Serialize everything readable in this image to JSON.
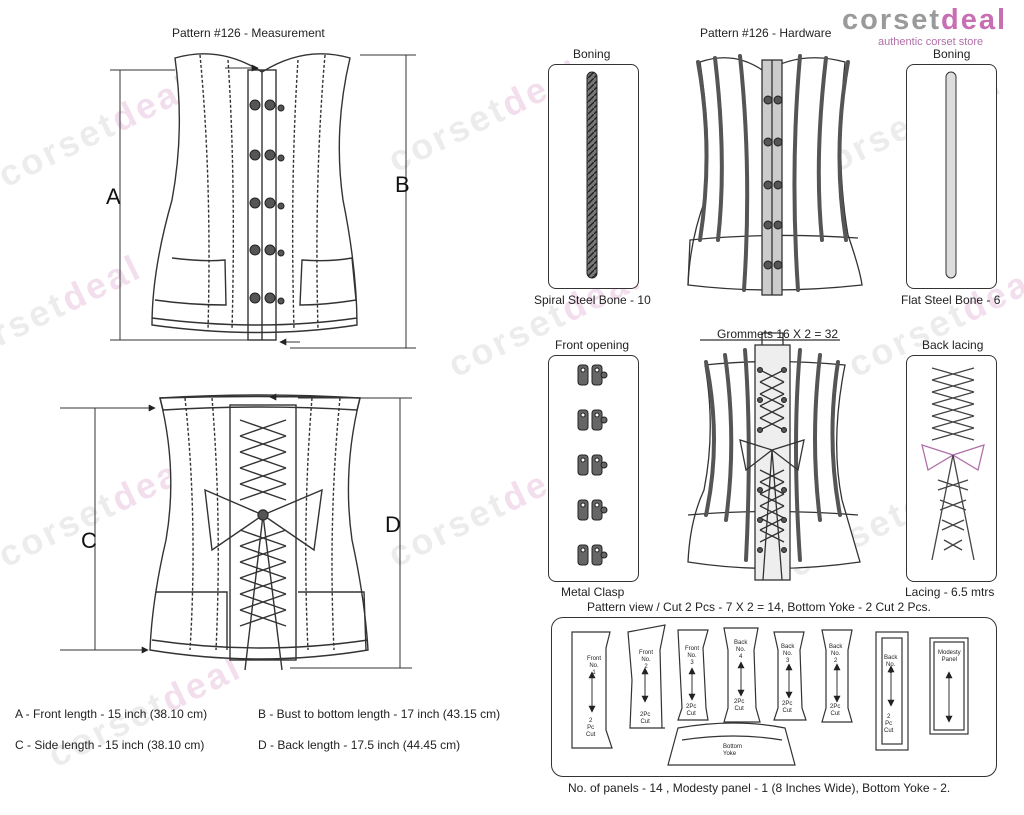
{
  "brand": {
    "name_gray": "corset",
    "name_pink": "deal",
    "tagline": "authentic corset store",
    "wm_tag": "authentic corset store"
  },
  "titles": {
    "measurement": "Pattern #126 -  Measurement",
    "hardware": "Pattern #126 -  Hardware"
  },
  "measure_letters": {
    "a": "A",
    "b": "B",
    "c": "C",
    "d": "D"
  },
  "hardware": {
    "boning_left_title": "Boning",
    "boning_left_caption": "Spiral Steel Bone - 10",
    "boning_right_title": "Boning",
    "boning_right_caption": "Flat Steel Bone - 6",
    "front_opening_title": "Front opening",
    "front_opening_caption": "Metal Clasp",
    "back_lacing_title": "Back lacing",
    "back_lacing_caption": "Lacing - 6.5 mtrs",
    "grommets": "Grommets 16 X 2 = 32"
  },
  "pattern": {
    "header": "Pattern view  /  Cut 2 Pcs - 7 X 2 = 14, Bottom Yoke - 2 Cut 2 Pcs.",
    "footer": "No. of panels - 14  , Modesty panel - 1 (8 Inches Wide), Bottom Yoke - 2.",
    "pieces": [
      {
        "name": "Front",
        "num": "No. 1",
        "cut": "2 Pc",
        "cut2": "Cut"
      },
      {
        "name": "Front",
        "num": "No. 2",
        "cut": "2Pc",
        "cut2": "Cut"
      },
      {
        "name": "Front",
        "num": "No. 3",
        "cut": "2Pc",
        "cut2": "Cut"
      },
      {
        "name": "Back",
        "num": "No. 4",
        "cut": "2Pc",
        "cut2": "Cut"
      },
      {
        "name": "Back",
        "num": "No. 3",
        "cut": "2Pc",
        "cut2": "Cut"
      },
      {
        "name": "Back",
        "num": "No. 2",
        "cut": "2Pc",
        "cut2": "Cut"
      },
      {
        "name": "Back",
        "num": "No. 1",
        "cut": "2 Pc",
        "cut2": "Cut"
      },
      {
        "name": "Modesty",
        "num": "Panel",
        "cut": "",
        "cut2": ""
      }
    ],
    "yoke_label": "Bottom Yoke"
  },
  "measurements": [
    "A - Front length - 15 inch (38.10 cm)",
    "B - Bust to bottom length - 17 inch (43.15 cm)",
    "C - Side length - 15 inch (38.10 cm)",
    "D - Back length - 17.5  inch (44.45 cm)"
  ],
  "colors": {
    "line": "#333333",
    "hardware": "#555555",
    "accent": "#c86fb4"
  }
}
